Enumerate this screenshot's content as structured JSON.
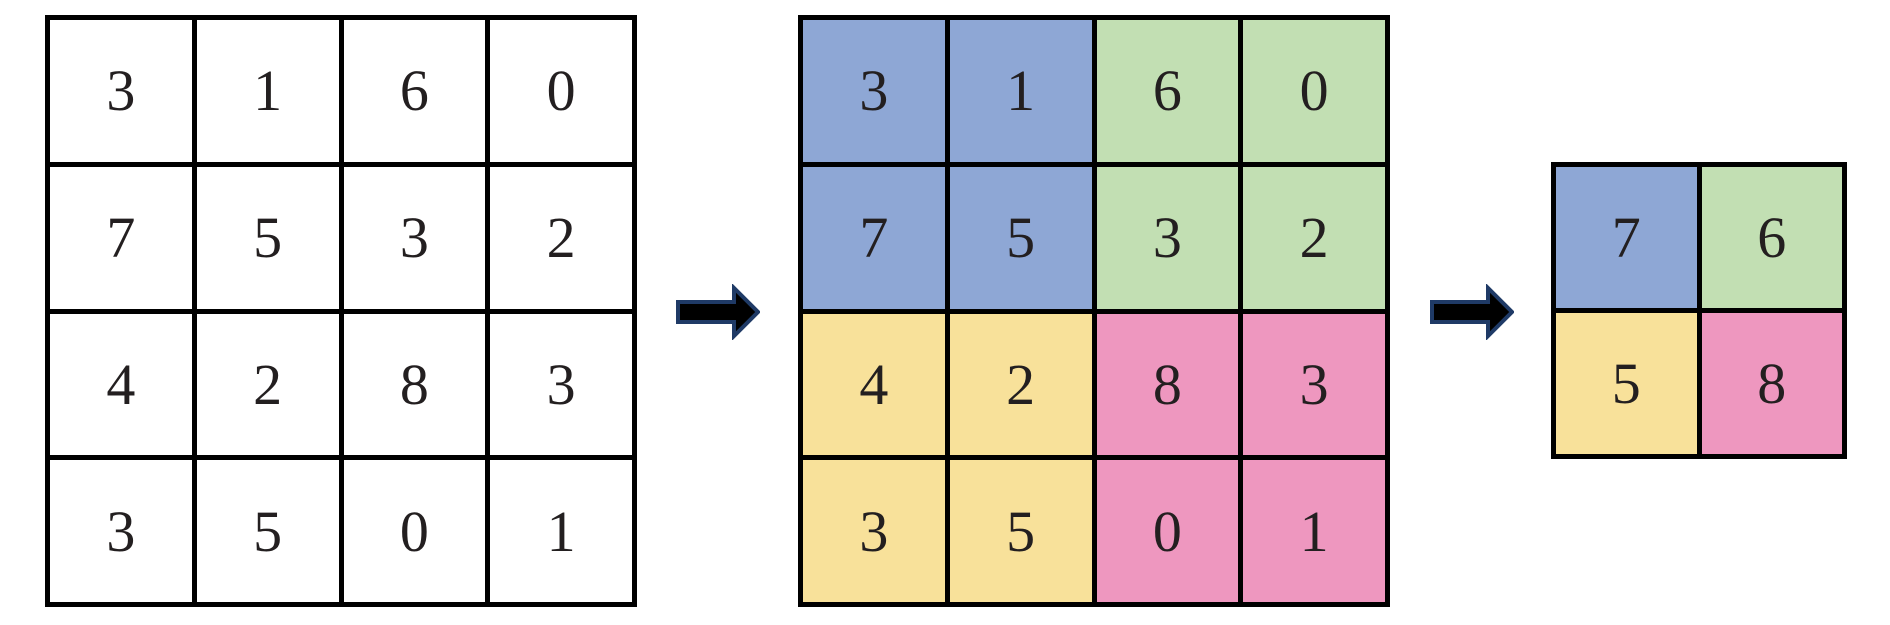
{
  "colors": {
    "background": "#ffffff",
    "grid_line": "#000000",
    "text": "#231f20",
    "arrow_fill": "#000000",
    "arrow_outline": "#1f3a66",
    "top_left": "#8ea7d5",
    "top_right": "#c2dfb3",
    "bottom_left": "#f8e19a",
    "bottom_right": "#ee97bf"
  },
  "input_matrix": [
    [
      "3",
      "1",
      "6",
      "0"
    ],
    [
      "7",
      "5",
      "3",
      "2"
    ],
    [
      "4",
      "2",
      "8",
      "3"
    ],
    [
      "3",
      "5",
      "0",
      "1"
    ]
  ],
  "pooled_matrix": [
    [
      "3",
      "1",
      "6",
      "0"
    ],
    [
      "7",
      "5",
      "3",
      "2"
    ],
    [
      "4",
      "2",
      "8",
      "3"
    ],
    [
      "3",
      "5",
      "0",
      "1"
    ]
  ],
  "output_matrix": [
    [
      "7",
      "6"
    ],
    [
      "5",
      "8"
    ]
  ],
  "arrows": [
    "right-arrow-icon",
    "right-arrow-icon"
  ]
}
